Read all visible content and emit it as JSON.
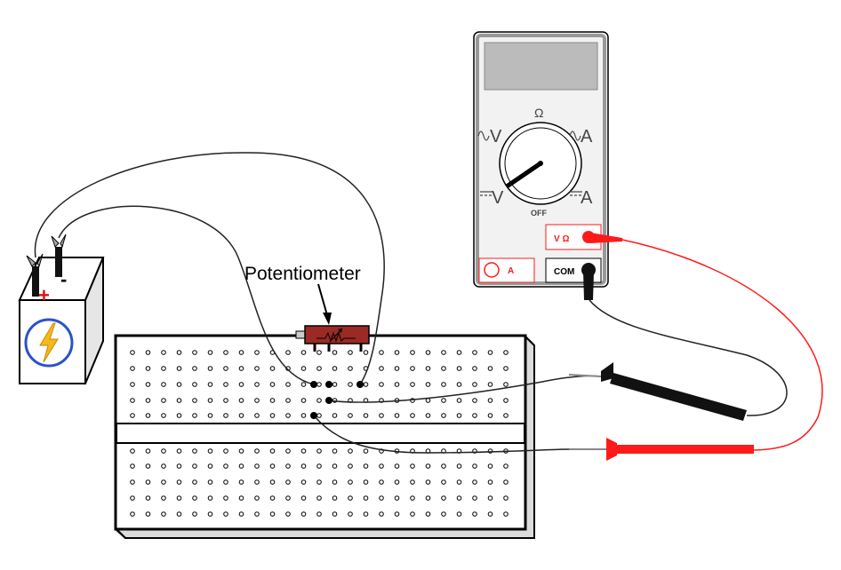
{
  "diagram": {
    "callout_label": "Potentiometer",
    "battery": {
      "positive_sign": "+",
      "negative_sign": "-"
    },
    "multimeter": {
      "dial_ohm": "Ω",
      "dial_ac_volt": "V",
      "dial_ac_amp": "A",
      "dial_dc_volt": "V",
      "dial_dc_amp": "A",
      "dial_off": "OFF",
      "jack_volt_ohm_label": "V Ω",
      "jack_amp_label": "A",
      "jack_com_label": "COM"
    }
  },
  "colors": {
    "probe_red": "#ff1a1a",
    "probe_black": "#111111",
    "potentiometer": "#9b2a24",
    "display": "#bbbbbb",
    "bolt": "#f5b820",
    "badge": "#2a52c8"
  }
}
